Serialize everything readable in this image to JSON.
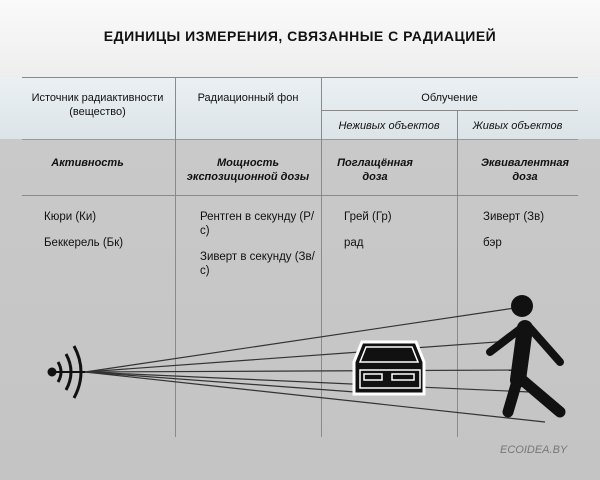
{
  "title": "ЕДИНИЦЫ ИЗМЕРЕНИЯ, СВЯЗАННЫЕ С РАДИАЦИЕЙ",
  "headers": {
    "source": "Источник радиактивности (вещество)",
    "background": "Радиационный фон",
    "exposure": "Облучение",
    "nonliving": "Неживых объектов",
    "living": "Живых объектов"
  },
  "quantities": {
    "activity": "Активность",
    "dose_rate": "Мощность экспозиционной дозы",
    "absorbed": "Поглащённая доза",
    "equivalent": "Эквивалентная доза"
  },
  "units": {
    "activity": [
      "Кюри (Ки)",
      "Беккерель (Бк)"
    ],
    "dose_rate": [
      "Рентген в секунду (Р/с)",
      "Зиверт в секунду (Зв/с)"
    ],
    "absorbed": [
      "Грей (Гр)",
      "рад"
    ],
    "equivalent": [
      "Зиверт (Зв)",
      "бэр"
    ]
  },
  "brand": "ECOIDEA.BY"
}
